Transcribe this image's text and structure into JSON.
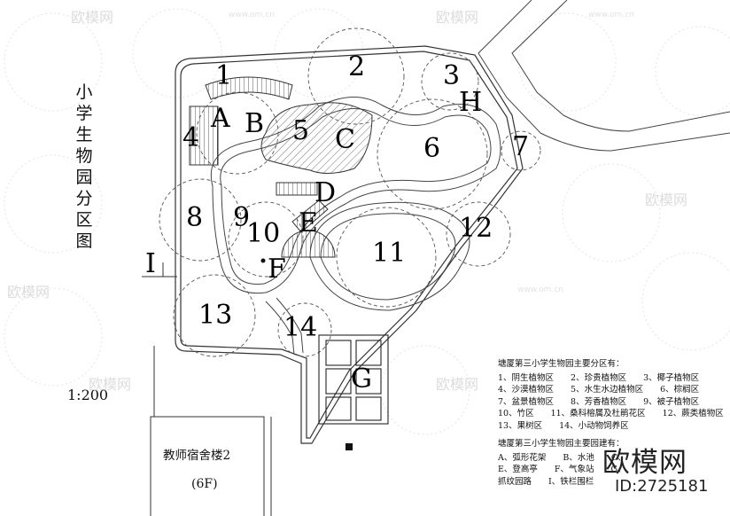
{
  "title": "小学生物园分区图",
  "scale_label": "1:200",
  "building": {
    "name": "教师宿舍楼2",
    "floors": "(6F)"
  },
  "zone_numbers": [
    "1",
    "2",
    "3",
    "4",
    "5",
    "6",
    "7",
    "8",
    "9",
    "10",
    "11",
    "12",
    "13",
    "14"
  ],
  "zone_letters": [
    "A",
    "B",
    "C",
    "D",
    "E",
    "F",
    "G",
    "H",
    "I"
  ],
  "legend": {
    "zones_title": "塘厦第三小学生物园主要分区有：",
    "zones_rows": [
      "1、阴生植物区　　2、珍贵植物区　　3、椰子植物区",
      "4、沙漠植物区　　5、水生水边植物区　　6、棕榈区",
      "7、盆景植物区　　8、芳香植物区　　9、被子植物区",
      "10、竹区　　11、桑科榕属及杜鹃花区　　12、蕨类植物区",
      "13、果树区　　14、小动物饲养区"
    ],
    "facilities_title": "塘厦第三小学生物园主要园建有：",
    "facilities_rows": [
      "A、弧形花架　　B、水池　　C、",
      "E、登高亭　　F、气象站　　G、",
      "抓纹园路　　I、铁栏围栏"
    ]
  },
  "watermark": {
    "logo": "欧模网",
    "id": "ID:2725181",
    "faint_logo": "欧模网",
    "faint_url": "www.om.cn"
  }
}
